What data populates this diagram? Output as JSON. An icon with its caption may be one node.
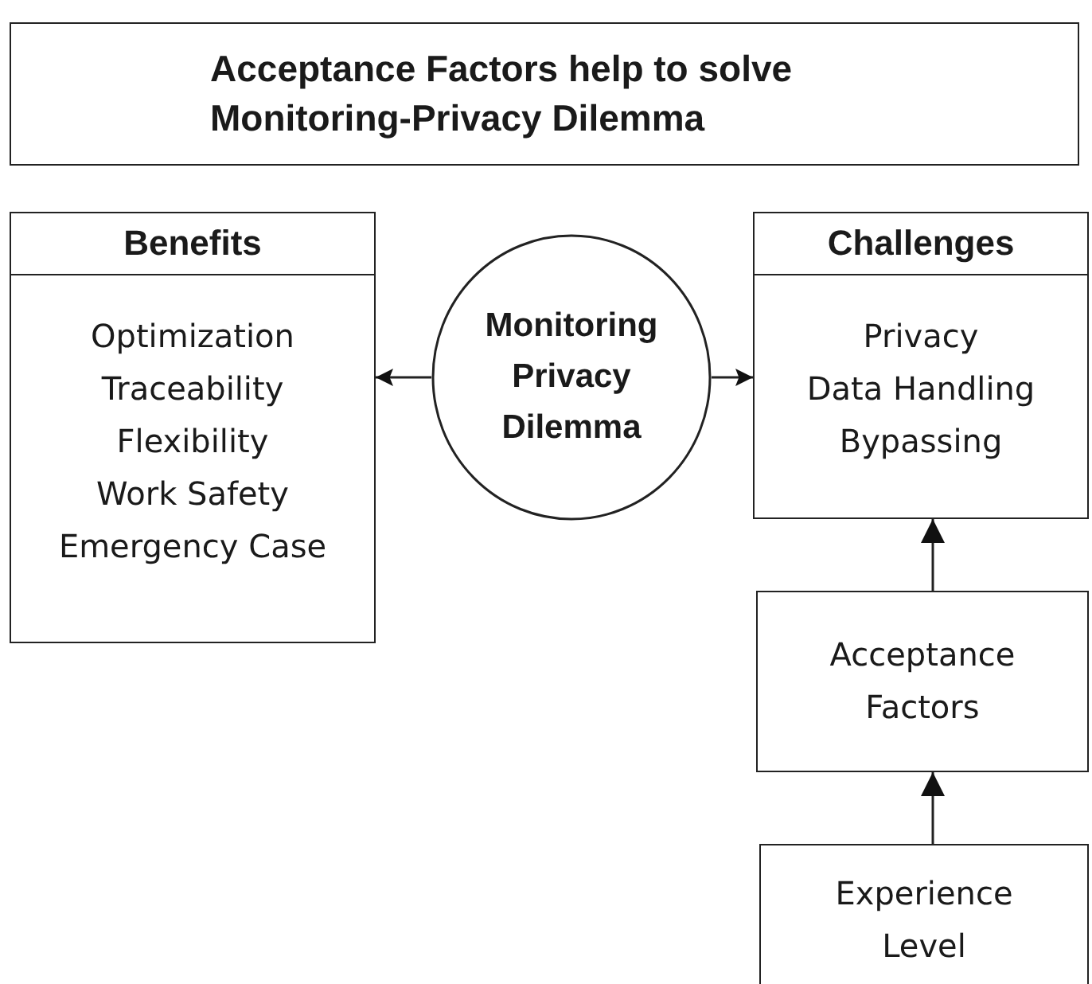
{
  "diagram": {
    "title": "Acceptance Factors help to solve Monitoring-Privacy Dilemma",
    "nodes": [
      {
        "text": [
          "Benefits",
          "Optimization",
          "Traceability",
          "Flexibility",
          "Work Safety",
          "Emergency Case"
        ]
      },
      {
        "text": [
          "Monitoring Privacy Dilemma"
        ]
      },
      {
        "text": [
          "Challenges",
          "Privacy",
          "Data Handling",
          "Bypassing"
        ]
      },
      {
        "text": [
          "Acceptance Factors"
        ]
      },
      {
        "text": [
          "Experience Level"
        ]
      }
    ],
    "edges": [
      {
        "from": 1,
        "to": 0,
        "arrow": "to"
      },
      {
        "from": 1,
        "to": 2,
        "arrow": "to"
      },
      {
        "from": 3,
        "to": 2,
        "arrow": "to"
      },
      {
        "from": 4,
        "to": 3,
        "arrow": "to"
      }
    ]
  }
}
